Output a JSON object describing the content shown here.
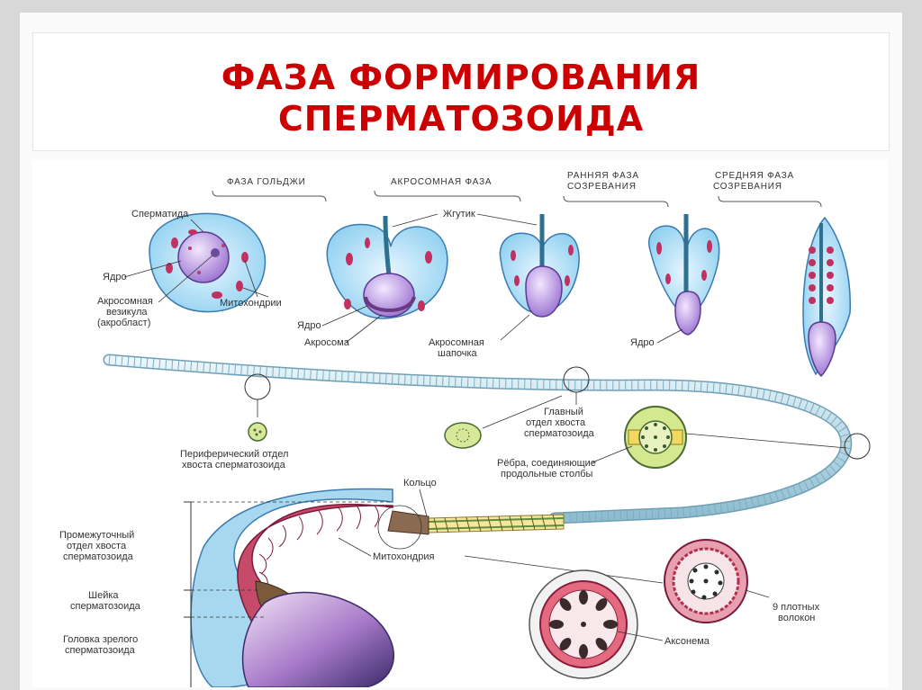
{
  "slide": {
    "title_line1": "ФАЗА ФОРМИРОВАНИЯ",
    "title_line2": "СПЕРМАТОЗОИДА"
  },
  "diagram": {
    "phase_headers": {
      "golgi": "ФАЗА ГОЛЬДЖИ",
      "acrosome": "АКРОСОМНАЯ ФАЗА",
      "early_1": "РАННЯЯ ФАЗА",
      "early_2": "СОЗРЕВАНИЯ",
      "middle_1": "СРЕДНЯЯ ФАЗА",
      "middle_2": "СОЗРЕВАНИЯ"
    },
    "labels": {
      "spermatid": "Сперматида",
      "nucleus_1": "Ядро",
      "acrosomal_vesicle_1": "Акросомная",
      "acrosomal_vesicle_2": "везикула",
      "acrosomal_vesicle_3": "(акробласт)",
      "mitochondria": "Митохондрии",
      "flagellum": "Жгутик",
      "nucleus_2": "Ядро",
      "acrosome": "Акросома",
      "acrosomal_cap_1": "Акросомная",
      "acrosomal_cap_2": "шапочка",
      "nucleus_3": "Ядро",
      "main_tail_1": "Главный",
      "main_tail_2": "отдел хвоста",
      "main_tail_3": "сперматозоида",
      "peripheral_1": "Периферический отдел",
      "peripheral_2": "хвоста сперматозоида",
      "ribs_1": "Рёбра, соединяющие",
      "ribs_2": "продольные столбы",
      "ring": "Кольцо",
      "midpiece_1": "Промежуточный",
      "midpiece_2": "отдел хвоста",
      "midpiece_3": "сперматозоида",
      "mitochondrion": "Митохондрия",
      "neck_1": "Шейка",
      "neck_2": "сперматозоида",
      "head_1": "Головка зрелого",
      "head_2": "сперматозоида",
      "fibers_1": "9 плотных",
      "fibers_2": "волокон",
      "axoneme": "Аксонема"
    }
  }
}
